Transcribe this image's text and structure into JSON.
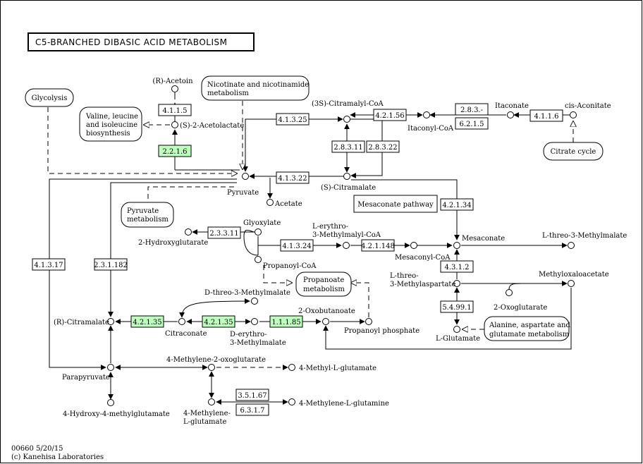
{
  "title": "C5-BRANCHED DIBASIC ACID METABOLISM",
  "footer": {
    "map_id_date": "00660 5/20/15",
    "copyright": "(c) Kanehisa Laboratories"
  },
  "colors": {
    "highlight": "#bfffbf",
    "stroke": "#000000",
    "background": "#ffffff"
  },
  "enzymes": {
    "e4115": "4.1.1.5",
    "e2216": "2.2.1.6",
    "e41325": "4.1.3.25",
    "e421_56": "4.2.1.56",
    "e283_": "2.8.3.-",
    "e6215": "6.2.1.5",
    "e4116": "4.1.1.6",
    "e28311": "2.8.3.11",
    "e28322": "2.8.3.22",
    "e41322": "4.1.3.22",
    "e42134": "4.2.1.34",
    "e23311": "2.3.3.11",
    "e41324": "4.1.3.24",
    "e421148": "4.2.1.148",
    "e4312": "4.3.1.2",
    "e41317": "4.1.3.17",
    "e231182": "2.3.1.182",
    "e54991": "5.4.99.1",
    "e42135a": "4.2.1.35",
    "e42135b": "4.2.1.35",
    "e11185": "1.1.1.85",
    "e35167": "3.5.1.67",
    "e6317": "6.3.1.7"
  },
  "maps": {
    "glycolysis": "Glycolysis",
    "val_l1": "Valine, leucine",
    "val_l2": "and isoleucine",
    "val_l3": "biosynthesis",
    "nic_l1": "Nicotinate and nicotinamide",
    "nic_l2": "metabolism",
    "citrate": "Citrate cycle",
    "pyr_l1": "Pyruvate",
    "pyr_l2": "metabolism",
    "mesaconate_path": "Mesaconate pathway",
    "prop_l1": "Propanoate",
    "prop_l2": "metabolism",
    "ala_l1": "Alanine, aspartate and",
    "ala_l2": "glutamate metabolism"
  },
  "compounds": {
    "r_acetoin": "(R)-Acetoin",
    "s_acetolactate": "(S)-2-Acetolactate",
    "pyruvate": "Pyruvate",
    "acetate": "Acetate",
    "citramalyl_coa": "(3S)-Citramalyl-CoA",
    "s_citramalate": "(S)-Citramalate",
    "itaconyl_coa": "Itaconyl-CoA",
    "itaconate": "Itaconate",
    "cis_aconitate": "cis-Aconitate",
    "glyoxylate": "Glyoxylate",
    "hydroxyglutarate": "2-Hydroxyglutarate",
    "propanoyl_coa": "Propanoyl-CoA",
    "ery_mma_coa_l1": "L-erythro-",
    "ery_mma_coa_l2": "3-Methylmalyl-CoA",
    "mesaconyl_coa": "Mesaconyl-CoA",
    "mesaconate": "Mesaconate",
    "threo_mm": "L-threo-3-Methylmalate",
    "threo_ma_l1": "L-threo-",
    "threo_ma_l2": "3-Methylaspartate",
    "methyloxaloacetate": "Methyloxaloacetate",
    "oxoglutarate": "2-Oxoglutarate",
    "l_glutamate": "L-Glutamate",
    "r_citramalate": "(R)-Citramalate",
    "citraconate": "Citraconate",
    "d_threo_mm": "D-threo-3-Methylmalate",
    "d_ery_l1": "D-erythro-",
    "d_ery_l2": "3-Methylmalate",
    "oxobutanoate": "2-Oxobutanoate",
    "propanoyl_phosphate": "Propanoyl phosphate",
    "parapyruvate": "Parapyruvate",
    "hmg": "4-Hydroxy-4-methylglutamate",
    "methylene_og": "4-Methylene-2-oxoglutarate",
    "methyl_glu": "4-Methyl-L-glutamate",
    "methylene_glu_l1": "4-Methylene-",
    "methylene_glu_l2": "L-glutamate",
    "methylene_gln": "4-Methylene-L-glutamine"
  }
}
